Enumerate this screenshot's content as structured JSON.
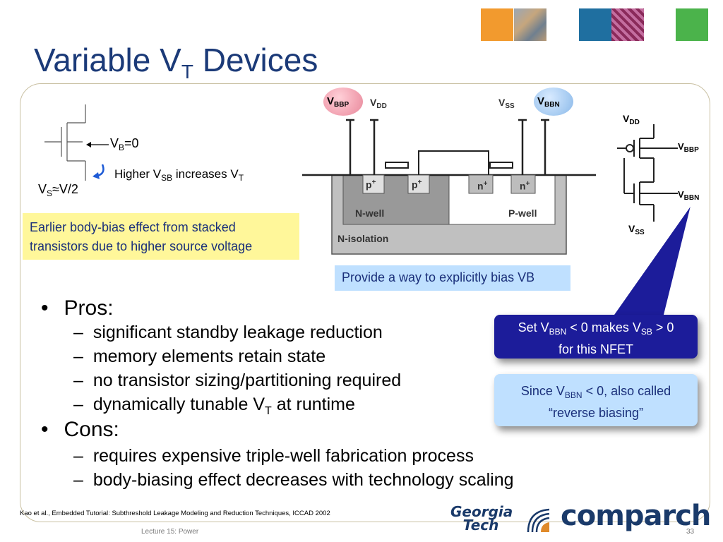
{
  "title": {
    "main": "Variable V",
    "sub": "T",
    "rest": " Devices"
  },
  "transistor_diagram": {
    "vb_label": "V",
    "vb_sub": "B",
    "vb_rest": "=0",
    "higher_text_1": "Higher V",
    "higher_sub": "SB",
    "higher_text_2": " increases V",
    "higher_sub2": "T",
    "vs_label": "V",
    "vs_sub": "S",
    "vs_rest": "≈V/2"
  },
  "yellow_note": {
    "line1": "Earlier body-bias effect from stacked",
    "line2": "transistors due to higher source voltage"
  },
  "cross_section": {
    "vbbp": "V",
    "vbbp_sub": "BBP",
    "vdd": "V",
    "vdd_sub": "DD",
    "vss": "V",
    "vss_sub": "SS",
    "vbbn": "V",
    "vbbn_sub": "BBN",
    "p1": "p",
    "p1_sup": "+",
    "p2": "p",
    "p2_sup": "+",
    "n1": "n",
    "n1_sup": "+",
    "n2": "n",
    "n2_sup": "+",
    "nwell": "N-well",
    "pwell": "P-well",
    "niso": "N-isolation"
  },
  "blue_note": "Provide a way to explicitly bias VB",
  "inverter": {
    "vdd": "V",
    "vdd_sub": "DD",
    "vbbp": "V",
    "vbbp_sub": "BBP",
    "vbbn": "V",
    "vbbn_sub": "BBN",
    "vss": "V",
    "vss_sub": "SS"
  },
  "bullets": {
    "pros": "Pros:",
    "pro_items": [
      "significant standby leakage reduction",
      "memory elements retain state",
      "no transistor sizing/partitioning required"
    ],
    "pro_last_1": "dynamically tunable V",
    "pro_last_sub": "T",
    "pro_last_2": " at runtime",
    "cons": "Cons:",
    "con_items": [
      "requires expensive triple-well fabrication process",
      "body-biasing effect decreases with technology scaling"
    ],
    "bullet_char": "•",
    "dash_char": "–"
  },
  "callout_dark": {
    "t1": "Set V",
    "s1": "BBN",
    "t2": " < 0 makes V",
    "s2": "SB",
    "t3": " > 0",
    "line2": "for this NFET"
  },
  "callout_light": {
    "t1": "Since V",
    "s1": "BBN",
    "t2": " < 0, also called",
    "line2": "“reverse biasing”"
  },
  "citation": "Kao et al., Embedded Tutorial: Subthreshold Leakage Modeling and Reduction Techniques, ICCAD 2002",
  "footer": "Lecture 15: Power",
  "page_number": "33",
  "logos": {
    "gt_line1": "Georgia",
    "gt_line2": "Tech",
    "comparch": "comparch"
  },
  "colors": {
    "title": "#1b3a78",
    "callout_dark": "#1c1c9a",
    "callout_light": "#bfe0ff",
    "yellow": "#fff79a",
    "orange": "#f29a2e",
    "teal": "#1f6fa0",
    "green": "#4bb34b"
  }
}
